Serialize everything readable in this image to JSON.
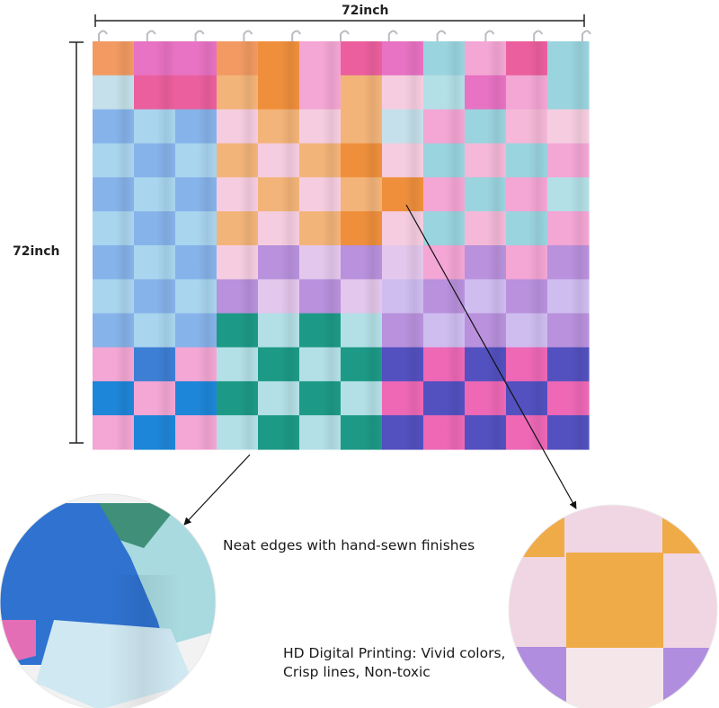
{
  "dimensions": {
    "width_label": "72inch",
    "height_label": "72inch"
  },
  "callouts": {
    "edge_caption": "Neat edges with hand-sewn finishes",
    "print_caption_line1": "HD Digital Printing: Vivid colors,",
    "print_caption_line2": "Crisp lines, Non-toxic"
  },
  "curtain": {
    "columns": 12,
    "rows": 12,
    "hooks": 11,
    "palette": {
      "A": "#f29a62",
      "B": "#e872c3",
      "C": "#ec5f9e",
      "D": "#f4a6d4",
      "E": "#c5e0ea",
      "F": "#86b3ea",
      "G": "#a9d5ef",
      "H": "#f3b479",
      "I": "#ef8f3c",
      "J": "#f6cde0",
      "K": "#9ad4df",
      "L": "#f5b8d8",
      "M": "#b3e0e6",
      "N": "#b991dd",
      "O": "#e4c7ec",
      "P": "#1d9a87",
      "Q": "#86d1e4",
      "R": "#3e7fd6",
      "S": "#5351c0",
      "T": "#ee68b6",
      "U": "#7f83e0",
      "V": "#ee85c5",
      "W": "#1e86d8",
      "X": "#cfbdf0"
    },
    "grid": [
      "ABBAIDCBKDCK",
      "ECCHIDHJMBDK",
      "FGFJHJHEDKLJ",
      "GFGHJHIJKLKD",
      "FGFJHJHIDKDM",
      "GFGHJHIJKLKD",
      "FGFJNONODNDN",
      "GFGNONOXNXNX",
      "FGFPMPMNXNXN",
      "DRDMPMPSTSTS",
      "WDWPMPMTSTST",
      "DWDMPMPSTSTS"
    ]
  },
  "zoom_left": {
    "colors": {
      "blue": "#2f72d0",
      "teal": "#a8dae0",
      "green": "#3f8f79",
      "pink": "#e46eb6",
      "hem": "#cfe8f2",
      "backdrop": "#f2f2f2"
    }
  },
  "zoom_right": {
    "colors": {
      "orange": "#f0ab49",
      "pink": "#f0d6e2",
      "purple": "#b18de0",
      "light": "#f5e6ea"
    }
  }
}
